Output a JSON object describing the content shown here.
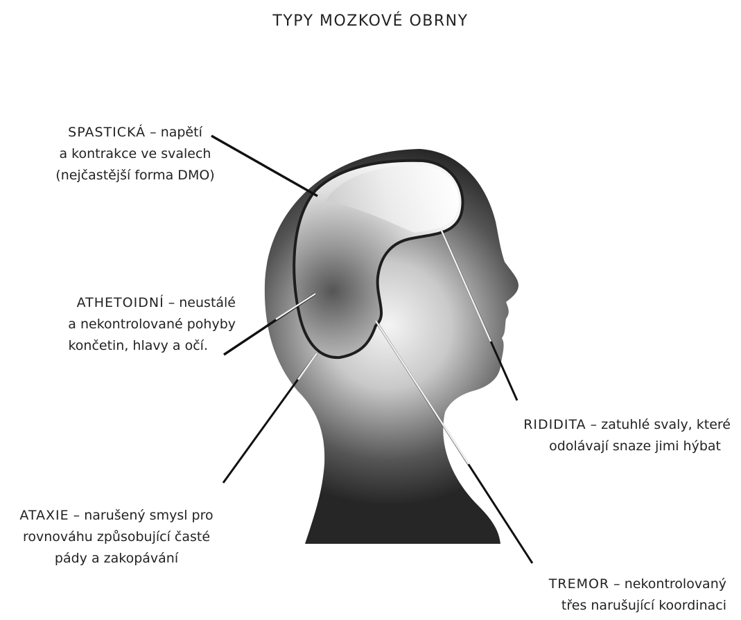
{
  "title": "TYPY MOZKOVÉ OBRNY",
  "labels": {
    "spasticka": {
      "head": "SPASTICKÁ",
      "line1_rest": " – napětí",
      "line2": "a kontrakce ve svalech",
      "line3": "(nejčastější forma DMO)"
    },
    "athetoidni": {
      "head": "ATHETOIDNÍ",
      "line1_rest": " – neustálé",
      "line2": "a nekontrolované pohyby",
      "line3": "končetin, hlavy a očí."
    },
    "rigidita": {
      "head": "RIDIDITA",
      "line1_rest": " – zatuhlé svaly, které",
      "line2": "odolávají snaze jimi hýbat"
    },
    "ataxie": {
      "head": "ATAXIE",
      "line1_rest": " – narušený smysl pro",
      "line2": "rovnováhu způsobující časté",
      "line3": "pády a zakopávání"
    },
    "tremor": {
      "head": "TREMOR",
      "line1_rest": " – nekontrolovaný",
      "line2": "třes narušující koordinaci"
    }
  }
}
